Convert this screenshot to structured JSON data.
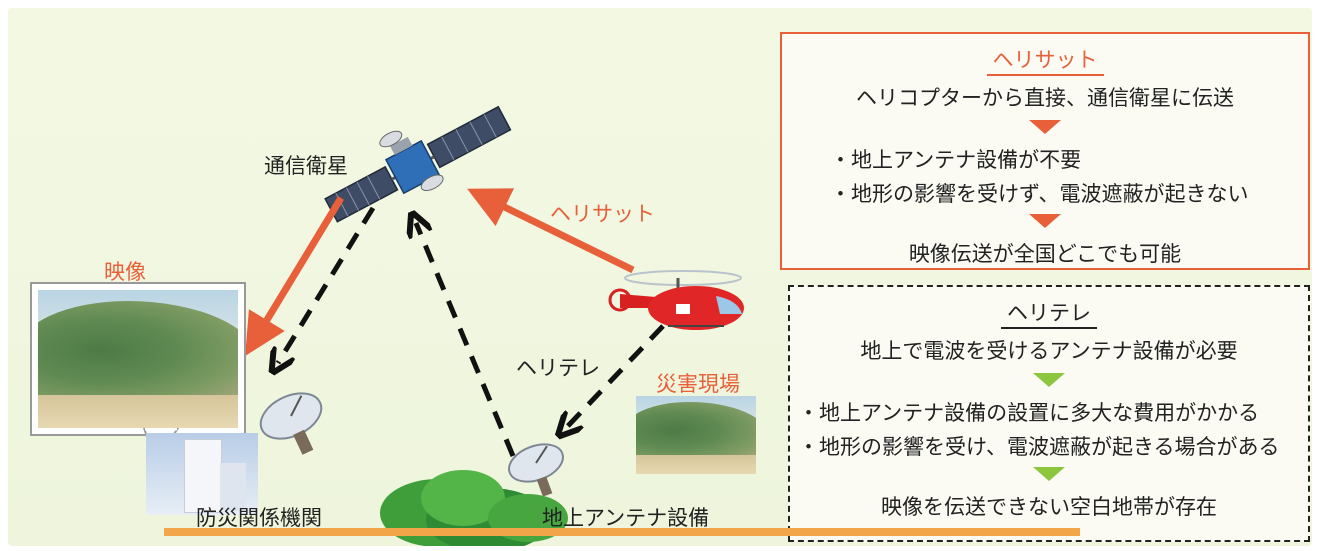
{
  "diagram": {
    "labels": {
      "satellite": "通信衛星",
      "video": "映像",
      "helisat": "ヘリサット",
      "helitele": "ヘリテレ",
      "disaster_site": "災害現場",
      "agency": "防災関係機関",
      "ground_antenna": "地上アンテナ設備"
    },
    "helisat_box": {
      "title": "ヘリサット",
      "line1": "ヘリコプターから直接、通信衛星に伝送",
      "bullet1": "・地上アンテナ設備が不要",
      "bullet2": "・地形の影響を受けず、電波遮蔽が起きない",
      "result": "映像伝送が全国どこでも可能"
    },
    "helitele_box": {
      "title": "ヘリテレ",
      "line1": "地上で電波を受けるアンテナ設備が必要",
      "bullet1": "・地上アンテナ設備の設置に多大な費用がかかる",
      "bullet2": "・地形の影響を受け、電波遮蔽が起きる場合がある",
      "result": "映像を伝送できない空白地帯が存在"
    },
    "colors": {
      "accent": "#e8603a",
      "green": "#8cc63e",
      "dashed": "#222222",
      "ground": "#f3a54a"
    }
  }
}
